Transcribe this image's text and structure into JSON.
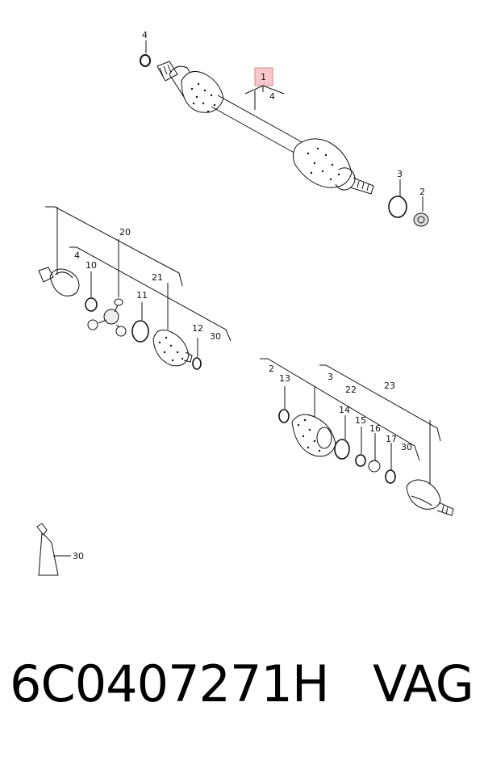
{
  "callouts": {
    "c1": "1",
    "c2_top": "2",
    "c3_top": "3",
    "c4_top": "4",
    "c4_shaft": "4",
    "c20": "20",
    "c21": "21",
    "c4_left": "4",
    "c10": "10",
    "c11": "11",
    "c12": "12",
    "c30_left": "30",
    "c2_right": "2",
    "c3_right": "3",
    "c13": "13",
    "c14": "14",
    "c15": "15",
    "c16": "16",
    "c17": "17",
    "c22": "22",
    "c23": "23",
    "c30_right": "30",
    "c30_grease": "30"
  },
  "highlight_color": "#e8a0a8",
  "footer": {
    "part_number": "6C0407271H",
    "brand": "VAG"
  }
}
